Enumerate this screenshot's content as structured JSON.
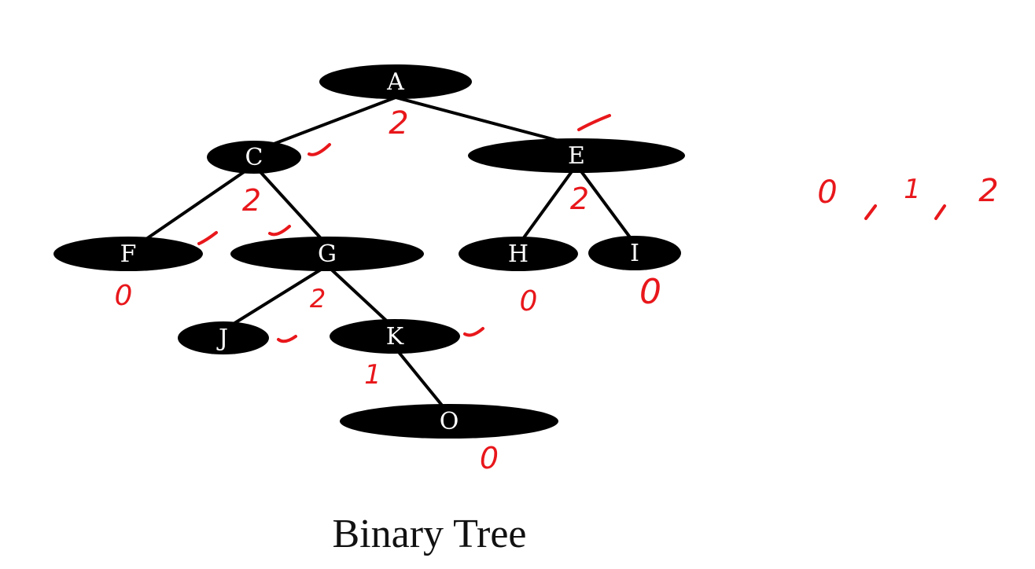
{
  "caption": "Binary Tree",
  "colors": {
    "node_fill": "#000000",
    "node_text": "#ffffff",
    "edge": "#000000",
    "annotation": "#e8171b"
  },
  "nodes": {
    "A": {
      "label": "A",
      "degree": "2"
    },
    "C": {
      "label": "C",
      "degree": "2"
    },
    "E": {
      "label": "E",
      "degree": "2"
    },
    "F": {
      "label": "F",
      "degree": "0"
    },
    "G": {
      "label": "G",
      "degree": "2"
    },
    "H": {
      "label": "H",
      "degree": "0"
    },
    "I": {
      "label": "I",
      "degree": "0"
    },
    "J": {
      "label": "J",
      "degree": ""
    },
    "K": {
      "label": "K",
      "degree": "1"
    },
    "O": {
      "label": "O",
      "degree": "0"
    }
  },
  "edges": [
    [
      "A",
      "C"
    ],
    [
      "A",
      "E"
    ],
    [
      "C",
      "F"
    ],
    [
      "C",
      "G"
    ],
    [
      "E",
      "H"
    ],
    [
      "E",
      "I"
    ],
    [
      "G",
      "J"
    ],
    [
      "G",
      "K"
    ],
    [
      "K",
      "O"
    ]
  ],
  "annotations": {
    "degree_set": [
      "0",
      "1",
      "2"
    ]
  }
}
